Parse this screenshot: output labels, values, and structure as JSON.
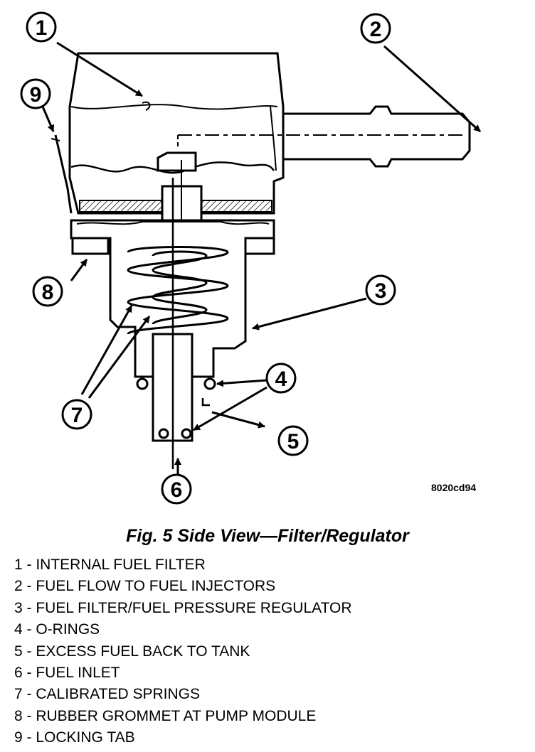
{
  "figure": {
    "callouts": [
      {
        "number": "1"
      },
      {
        "number": "2"
      },
      {
        "number": "3"
      },
      {
        "number": "4"
      },
      {
        "number": "5"
      },
      {
        "number": "6"
      },
      {
        "number": "7"
      },
      {
        "number": "8"
      },
      {
        "number": "9"
      }
    ],
    "drawing_code": "8020cd94"
  },
  "caption": "Fig. 5 Side View—Filter/Regulator",
  "legend": [
    "1 - INTERNAL FUEL FILTER",
    "2 - FUEL FLOW TO FUEL INJECTORS",
    "3 - FUEL FILTER/FUEL PRESSURE REGULATOR",
    "4 - O-RINGS",
    "5 - EXCESS FUEL BACK TO TANK",
    "6 - FUEL INLET",
    "7 - CALIBRATED SPRINGS",
    "8 - RUBBER GROMMET AT PUMP MODULE",
    "9 - LOCKING TAB"
  ]
}
